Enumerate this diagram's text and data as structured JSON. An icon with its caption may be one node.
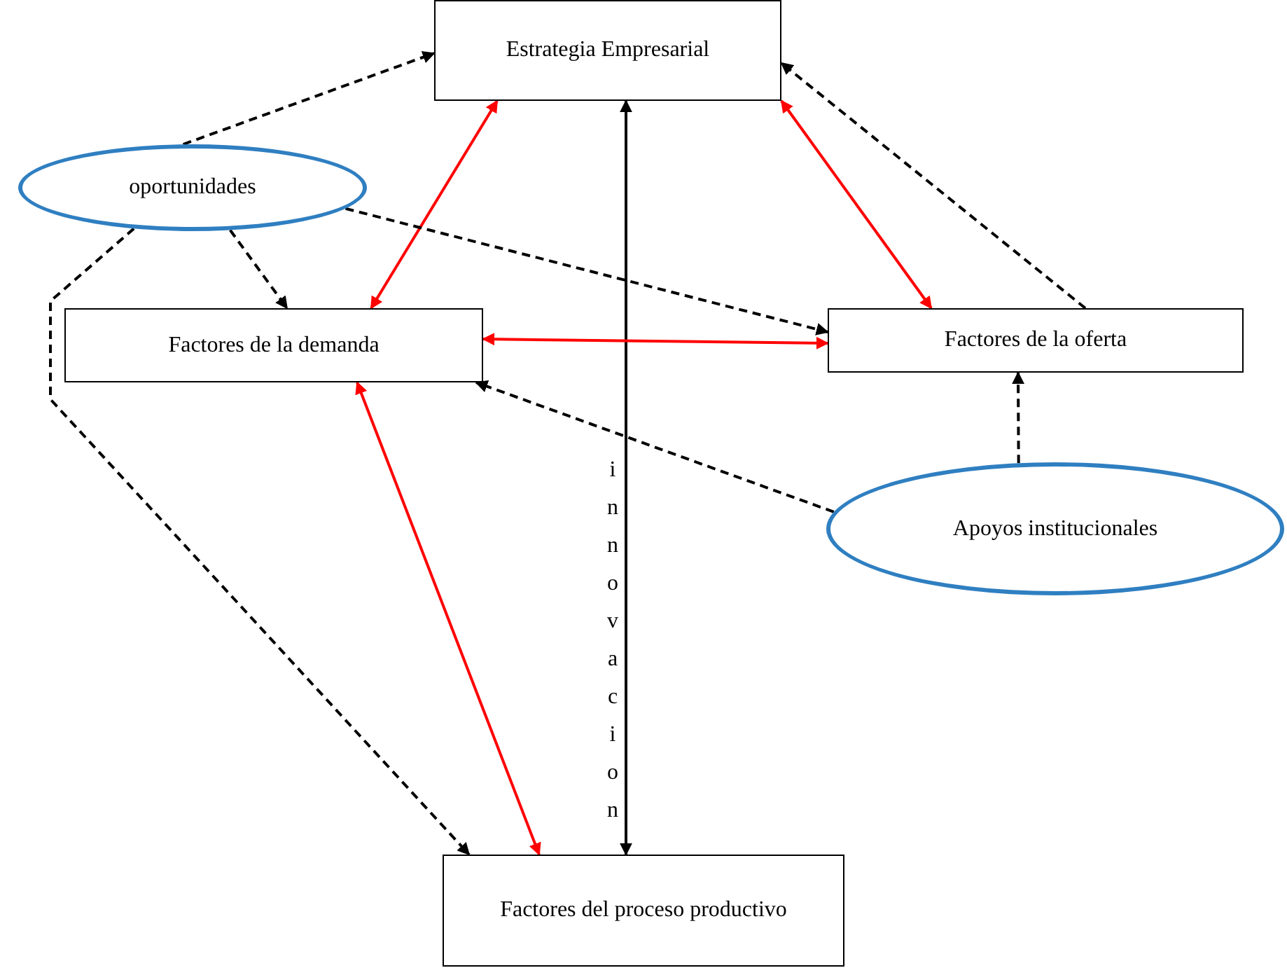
{
  "diagram": {
    "nodes": [
      {
        "text": [
          "Estrategia Empresarial"
        ]
      },
      {
        "text": [
          "oportunidades"
        ]
      },
      {
        "text": [
          "Factores de la demanda"
        ]
      },
      {
        "text": [
          "Factores de la oferta"
        ]
      },
      {
        "text": [
          "Apoyos institucionales"
        ]
      },
      {
        "text": [
          "Factores del proceso productivo"
        ]
      }
    ],
    "edges": [
      {
        "from": 1,
        "to": 0,
        "arrow": "to",
        "style": "dashed"
      },
      {
        "from": 0,
        "to": 2,
        "arrow": "both",
        "color": "#ff0000"
      },
      {
        "from": 0,
        "to": 5,
        "arrow": "both",
        "label": "innovacion"
      },
      {
        "from": 0,
        "to": 3,
        "arrow": "both",
        "color": "#ff0000"
      },
      {
        "from": 3,
        "to": 0,
        "arrow": "to",
        "style": "dashed"
      },
      {
        "from": 1,
        "to": 2,
        "arrow": "to",
        "style": "dashed"
      },
      {
        "from": 1,
        "to": 3,
        "arrow": "to",
        "style": "dashed"
      },
      {
        "from": 1,
        "to": 5,
        "arrow": "to",
        "style": "dashed"
      },
      {
        "from": 2,
        "to": 3,
        "arrow": "both",
        "color": "#ff0000"
      },
      {
        "from": 4,
        "to": 2,
        "arrow": "to",
        "style": "dashed"
      },
      {
        "from": 4,
        "to": 3,
        "arrow": "to",
        "style": "dashed"
      },
      {
        "from": 2,
        "to": 5,
        "arrow": "both",
        "color": "#ff0000"
      }
    ]
  }
}
